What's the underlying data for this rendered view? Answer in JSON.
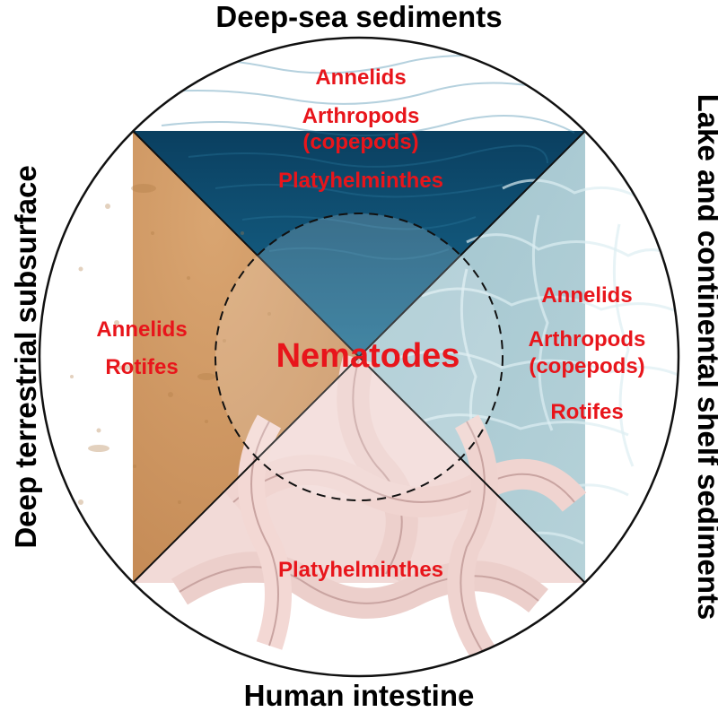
{
  "colors": {
    "organism_text": "#e8151b",
    "deep_sea": "#0f4b6b",
    "lake_shelf": "#a9c9d2",
    "terrestrial": "#c9945e",
    "intestine": "#f3d9d6",
    "outline": "#111111"
  },
  "center": {
    "label": "Nematodes"
  },
  "sectors": {
    "deep_sea": {
      "habitat": "Deep-sea sediments",
      "organisms": [
        "Annelids",
        "Arthropods",
        "(copepods)",
        "Platyhelminthes"
      ]
    },
    "lake_shelf": {
      "habitat": "Lake and continental shelf sediments",
      "organisms": [
        "Annelids",
        "Arthropods",
        "(copepods)",
        "Rotifes"
      ]
    },
    "terrestrial": {
      "habitat": "Deep terrestrial subsurface",
      "organisms": [
        "Annelids",
        "Rotifes"
      ]
    },
    "intestine": {
      "habitat": "Human intestine",
      "organisms": [
        "Platyhelminthes"
      ]
    }
  }
}
